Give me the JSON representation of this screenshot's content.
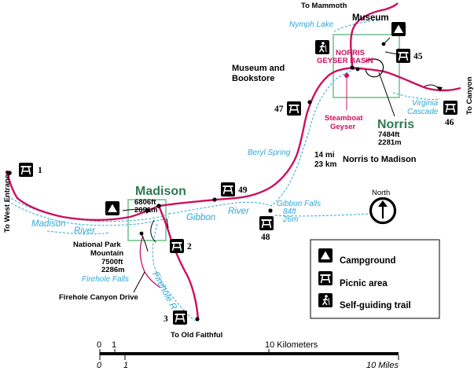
{
  "roads": {
    "to_mammoth": "To Mammoth",
    "to_canyon": "To Canyon",
    "to_west_entrance": "To West Entrance",
    "to_old_faithful": "To Old Faithful"
  },
  "places": {
    "museum": "Museum",
    "museum_bookstore_line1": "Museum and",
    "museum_bookstore_line2": "Bookstore",
    "norris_geyser_basin_line1": "NORRIS",
    "norris_geyser_basin_line2": "GEYSER BASIN",
    "steamboat_line1": "Steamboat",
    "steamboat_line2": "Geyser",
    "norris": "Norris",
    "norris_elev_ft": "7484ft",
    "norris_elev_m": "2281m",
    "madison": "Madison",
    "madison_elev_ft": "6806ft",
    "madison_elev_m": "2091m",
    "npm_line1": "National Park",
    "npm_line2": "Mountain",
    "npm_elev_ft": "7500ft",
    "npm_elev_m": "2286m",
    "firehole_canyon_drive": "Firehole Canyon Drive",
    "distance_mi": "14 mi",
    "distance_km": "23 km",
    "distance_label": "Norris to Madison"
  },
  "water": {
    "nymph_lake": "Nymph Lake",
    "virginia_cascade_line1": "Virginia",
    "virginia_cascade_line2": "Cascade",
    "beryl_spring": "Beryl Spring",
    "gibbon_falls_line1": "Gibbon Falls",
    "gibbon_falls_line2": "84ft",
    "gibbon_falls_line3": "26m",
    "madison_river_1": "Madison",
    "madison_river_2": "River",
    "gibbon_river_1": "Gibbon",
    "gibbon_river_2": "River",
    "firehole_falls": "Firehole Falls",
    "firehole_river": "Firehole R"
  },
  "picnic_numbers": {
    "p1": "1",
    "p2": "2",
    "p3": "3",
    "p45": "45",
    "p46": "46",
    "p47": "47",
    "p48": "48",
    "p49": "49"
  },
  "compass": {
    "label": "North"
  },
  "legend": {
    "campground": "Campground",
    "picnic": "Picnic area",
    "trail": "Self-guiding trail"
  },
  "scale": {
    "km_zero": "0",
    "km_one": "1",
    "km_ten": "10 Kilometers",
    "mi_zero": "0",
    "mi_one": "1",
    "mi_ten": "10 Miles"
  },
  "colors": {
    "road": "#cc0f5e",
    "river": "#2fa8d6",
    "area_box": "#8fd0a8",
    "symbol_fill": "#000000"
  },
  "icons": {
    "campground": "tent-icon",
    "picnic": "picnic-table-icon",
    "trail": "hiker-icon",
    "compass": "north-arrow-icon"
  }
}
